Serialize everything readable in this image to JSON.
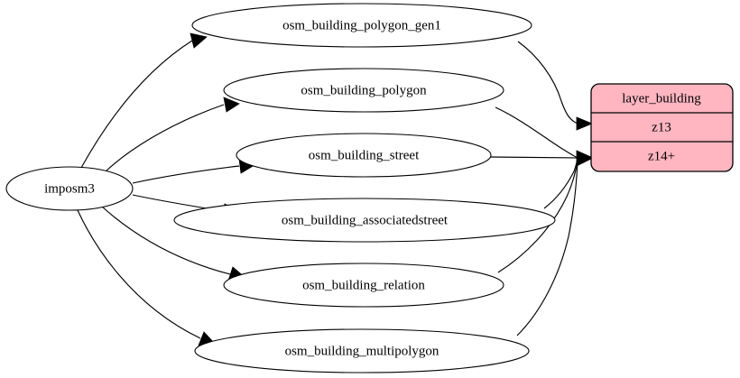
{
  "diagram": {
    "type": "directed-graph",
    "title": "imposm3 building layer dependency graph",
    "background_color": "#ffffff",
    "edge_color": "#000000",
    "source": {
      "id": "imposm3",
      "label": "imposm3",
      "shape": "ellipse",
      "fill": "#ffffff"
    },
    "tables": [
      {
        "id": "osm_building_polygon_gen1",
        "label": "osm_building_polygon_gen1",
        "shape": "ellipse",
        "fill": "#ffffff"
      },
      {
        "id": "osm_building_polygon",
        "label": "osm_building_polygon",
        "shape": "ellipse",
        "fill": "#ffffff"
      },
      {
        "id": "osm_building_street",
        "label": "osm_building_street",
        "shape": "ellipse",
        "fill": "#ffffff"
      },
      {
        "id": "osm_building_associatedstreet",
        "label": "osm_building_associatedstreet",
        "shape": "ellipse",
        "fill": "#ffffff"
      },
      {
        "id": "osm_building_relation",
        "label": "osm_building_relation",
        "shape": "ellipse",
        "fill": "#ffffff"
      },
      {
        "id": "osm_building_multipolygon",
        "label": "osm_building_multipolygon",
        "shape": "ellipse",
        "fill": "#ffffff"
      }
    ],
    "layer": {
      "id": "layer_building",
      "shape": "record",
      "fill": "#ffb6c1",
      "rows": [
        {
          "id": "layer-name",
          "label": "layer_building"
        },
        {
          "id": "zoom-z13",
          "label": "z13"
        },
        {
          "id": "zoom-z14plus",
          "label": "z14+"
        }
      ]
    },
    "edges": [
      {
        "from": "imposm3",
        "to": "osm_building_polygon_gen1"
      },
      {
        "from": "imposm3",
        "to": "osm_building_polygon"
      },
      {
        "from": "imposm3",
        "to": "osm_building_street"
      },
      {
        "from": "imposm3",
        "to": "osm_building_associatedstreet"
      },
      {
        "from": "imposm3",
        "to": "osm_building_relation"
      },
      {
        "from": "imposm3",
        "to": "osm_building_multipolygon"
      },
      {
        "from": "osm_building_polygon_gen1",
        "to": "zoom-z13"
      },
      {
        "from": "osm_building_polygon",
        "to": "zoom-z14plus"
      },
      {
        "from": "osm_building_street",
        "to": "zoom-z14plus"
      },
      {
        "from": "osm_building_associatedstreet",
        "to": "zoom-z14plus"
      },
      {
        "from": "osm_building_relation",
        "to": "zoom-z14plus"
      },
      {
        "from": "osm_building_multipolygon",
        "to": "zoom-z14plus"
      }
    ]
  }
}
